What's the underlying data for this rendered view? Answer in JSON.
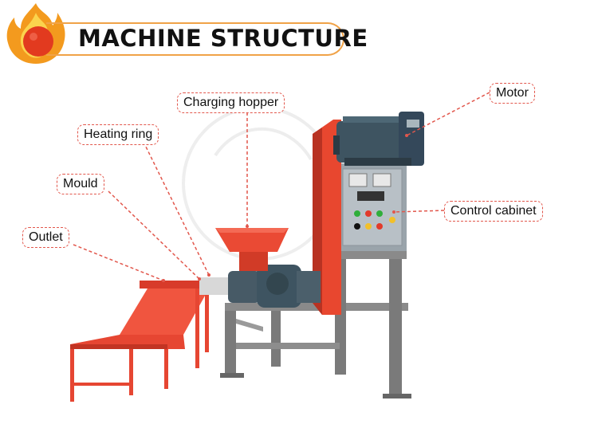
{
  "header": {
    "title": "MACHINE STRUCTURE"
  },
  "labels": {
    "motor": "Motor",
    "charging_hopper": "Charging hopper",
    "heating_ring": "Heating ring",
    "mould": "Mould",
    "outlet": "Outlet",
    "control_cabinet": "Control cabinet"
  },
  "colors": {
    "accent_orange": "#f0a247",
    "label_border": "#e2574c",
    "leader_line": "#e2574c",
    "machine_red": "#e64632",
    "frame_grey": "#7a7a7a",
    "motor_slate": "#3e5461"
  }
}
